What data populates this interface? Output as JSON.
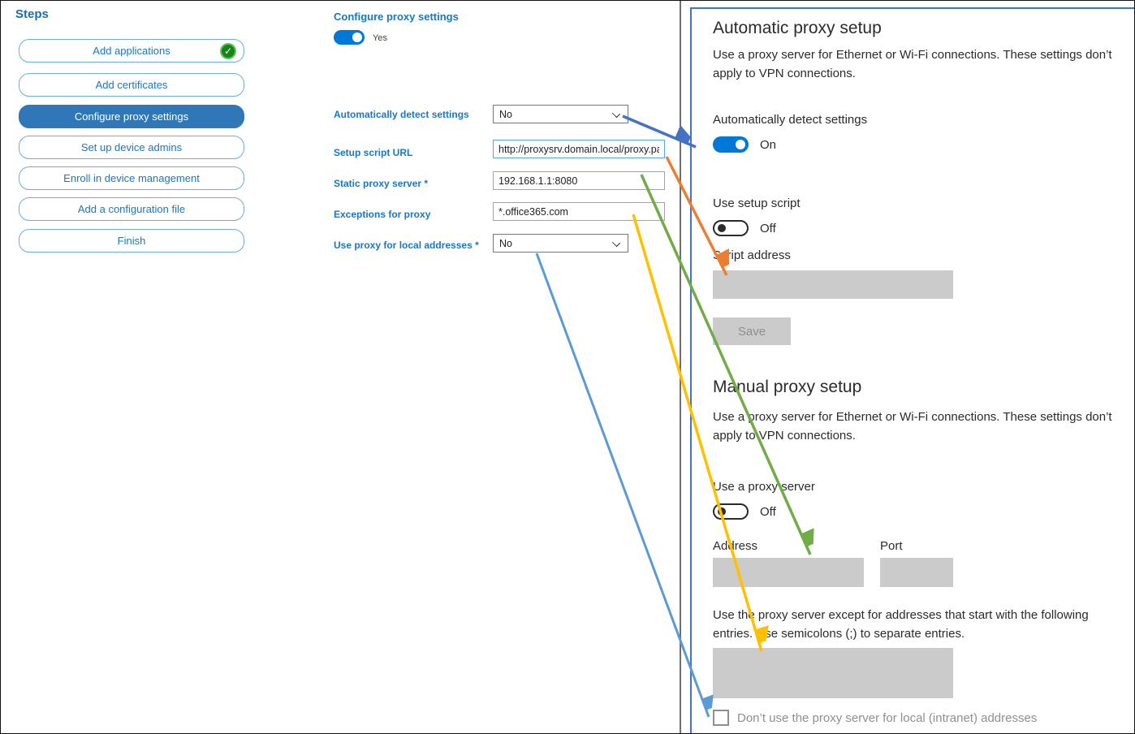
{
  "steps_panel": {
    "title": "Steps",
    "items": [
      {
        "label": "Add applications",
        "completed": true,
        "selected": false
      },
      {
        "label": "Add certificates",
        "completed": false,
        "selected": false
      },
      {
        "label": "Configure proxy settings",
        "completed": false,
        "selected": true
      },
      {
        "label": "Set up device admins",
        "completed": false,
        "selected": false
      },
      {
        "label": "Enroll in device management",
        "completed": false,
        "selected": false
      },
      {
        "label": "Add a configuration file",
        "completed": false,
        "selected": false
      },
      {
        "label": "Finish",
        "completed": false,
        "selected": false
      }
    ]
  },
  "form": {
    "title": "Configure proxy settings",
    "enabled_toggle": {
      "label": "Yes",
      "state": "on"
    },
    "fields": [
      {
        "label": "Automatically detect settings",
        "type": "select",
        "value": "No"
      },
      {
        "label": "Setup script URL",
        "type": "text",
        "value": "http://proxysrv.domain.local/proxy.pa"
      },
      {
        "label": "Static proxy server *",
        "type": "text",
        "value": "192.168.1.1:8080"
      },
      {
        "label": "Exceptions for proxy",
        "type": "text",
        "value": "*.office365.com"
      },
      {
        "label": "Use proxy for local addresses *",
        "type": "select",
        "value": "No"
      }
    ]
  },
  "settings_panel": {
    "automatic": {
      "title": "Automatic proxy setup",
      "description": "Use a proxy server for Ethernet or Wi-Fi connections. These settings don’t apply to VPN connections.",
      "detect_label": "Automatically detect settings",
      "detect_state": "On",
      "script_toggle_label": "Use setup script",
      "script_toggle_state": "Off",
      "script_address_label": "Script address",
      "script_address_value": "",
      "save_label": "Save"
    },
    "manual": {
      "title": "Manual proxy setup",
      "description": "Use a proxy server for Ethernet or Wi-Fi connections. These settings don’t apply to VPN connections.",
      "proxy_toggle_label": "Use a proxy server",
      "proxy_toggle_state": "Off",
      "address_label": "Address",
      "address_value": "",
      "port_label": "Port",
      "port_value": "",
      "exceptions_description": "Use the proxy server except for addresses that start with the following entries. Use semicolons (;) to separate entries.",
      "exceptions_value": "",
      "local_checkbox_label": "Don’t use the proxy server for local (intranet) addresses",
      "local_checkbox_checked": false
    }
  },
  "arrows": [
    {
      "name": "detect-settings-arrow",
      "color": "#4472C4"
    },
    {
      "name": "script-url-arrow",
      "color": "#ED7D31"
    },
    {
      "name": "static-proxy-arrow",
      "color": "#70AD47"
    },
    {
      "name": "exceptions-arrow",
      "color": "#FFC000"
    },
    {
      "name": "local-addresses-arrow",
      "color": "#5B9BD5"
    }
  ],
  "colors": {
    "accent": "#0078D7",
    "step_selected": "#2F77B6",
    "step_text": "#1877C7",
    "panel_border": "#4472C4",
    "disabled_fill": "#CBCBCB",
    "check_green": "#128712"
  }
}
